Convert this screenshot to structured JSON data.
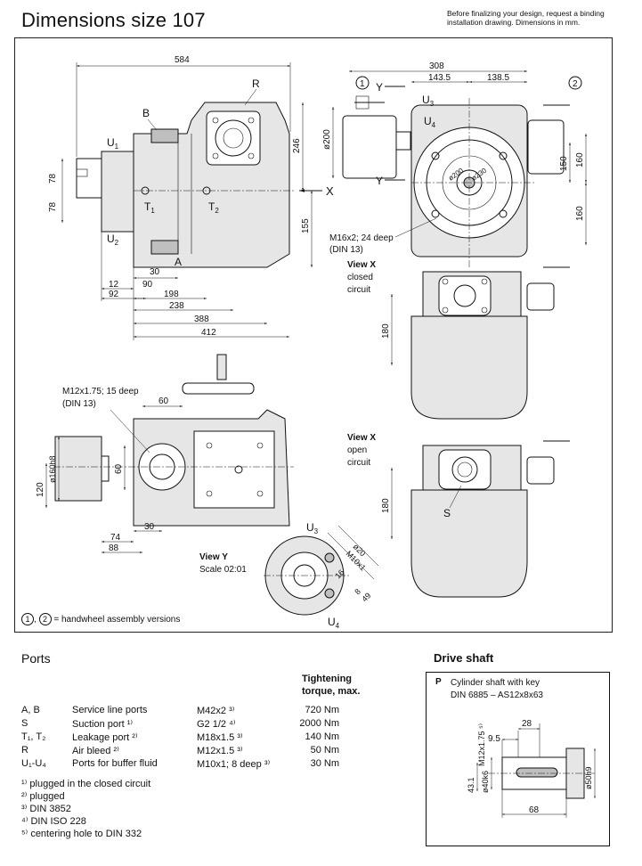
{
  "header": {
    "title": "Dimensions size 107",
    "note_line1": "Before finalizing your design, request a binding",
    "note_line2": "installation drawing. Dimensions in mm."
  },
  "drawing": {
    "labels": {
      "d584": "584",
      "d308": "308",
      "d143_5": "143.5",
      "d138_5": "138.5",
      "R": "R",
      "B": "B",
      "A": "A",
      "U1": "U",
      "U2": "U",
      "U3": "U",
      "U4": "U",
      "T1": "T",
      "T2": "T",
      "X": "X",
      "Y": "Y",
      "d78a": "78",
      "d78b": "78",
      "d246": "246",
      "d155": "155",
      "d200": "ø200",
      "d150": "150",
      "d160a": "160",
      "d160b": "160",
      "d230": "ø230",
      "d200b": "ø200",
      "d30": "30",
      "d90": "90",
      "d12": "12",
      "d92": "92",
      "d198": "198",
      "d238": "238",
      "d388": "388",
      "d412": "412",
      "m16": "M16x2; 24 deep",
      "m16b": "(DIN 13)",
      "viewx1_title": "View X",
      "viewx1_sub1": "closed",
      "viewx1_sub2": "circuit",
      "viewx2_title": "View X",
      "viewx2_sub1": "open",
      "viewx2_sub2": "circuit",
      "d180a": "180",
      "d180b": "180",
      "S": "S",
      "m12": "M12x1.75; 15 deep",
      "m12b": "(DIN 13)",
      "d60a": "60",
      "d60b": "60",
      "d160h": "ø160h8",
      "d120": "120",
      "d30b": "30",
      "d74": "74",
      "d88": "88",
      "viewy_title": "View Y",
      "viewy_scale": "Scale 02:01",
      "d20": "ø20",
      "m10": "M10x1",
      "d16": "16",
      "d8": "8",
      "d49": "49",
      "circle1": "1",
      "circle2": "2"
    }
  },
  "legend": {
    "c1": "1",
    "c2": "2",
    "text": "= handwheel assembly versions"
  },
  "ports": {
    "title": "Ports",
    "torque_head_1": "Tightening",
    "torque_head_2": "torque, max.",
    "rows": [
      {
        "id": "A, B",
        "desc": "Service line ports",
        "thread": "M42x2 ³⁾",
        "torque": "720 Nm"
      },
      {
        "id": "S",
        "desc": "Suction port ¹⁾",
        "thread": "G2 1/2 ⁴⁾",
        "torque": "2000 Nm"
      },
      {
        "id": "T₁, T₂",
        "desc": "Leakage port ²⁾",
        "thread": "M18x1.5 ³⁾",
        "torque": "140 Nm"
      },
      {
        "id": "R",
        "desc": "Air bleed ²⁾",
        "thread": "M12x1.5 ³⁾",
        "torque": "50 Nm"
      },
      {
        "id": "U₁-U₄",
        "desc": "Ports for buffer fluid",
        "thread": "M10x1; 8 deep ³⁾",
        "torque": "30 Nm"
      }
    ],
    "footnotes": [
      "¹⁾ plugged in the closed circuit",
      "²⁾ plugged",
      "³⁾ DIN 3852",
      "⁴⁾ DIN ISO 228",
      "⁵⁾ centering hole to DIN 332"
    ]
  },
  "drive_shaft": {
    "title": "Drive shaft",
    "code": "P",
    "desc_1": "Cylinder shaft with key",
    "desc_2": "DIN 6885 – AS12x8x63",
    "d28": "28",
    "d9_5": "9.5",
    "m12": "M12x1.75 ⁵⁾",
    "d43_1": "43.1",
    "d40k6": "ø40k6",
    "d50h9": "ø50h9",
    "d68": "68"
  }
}
